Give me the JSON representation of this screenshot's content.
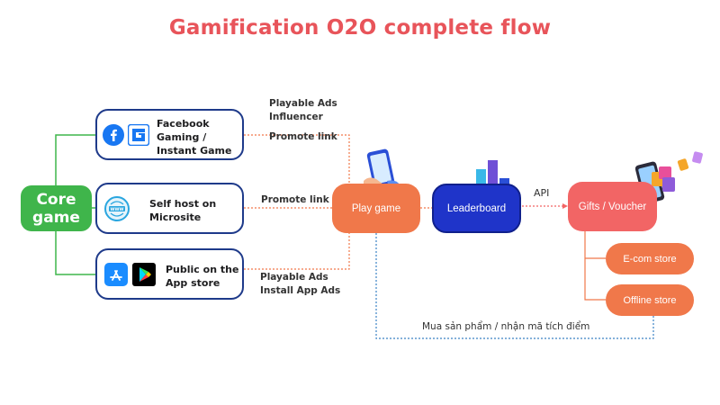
{
  "title": "Gamification O2O complete flow",
  "core": {
    "label": "Core game"
  },
  "sources": [
    {
      "label": "Facebook Gaming / Instant Game",
      "icons": [
        "facebook-icon",
        "facebook-gaming-icon"
      ]
    },
    {
      "label": "Self host on Microsite",
      "icons": [
        "web-globe-icon"
      ]
    },
    {
      "label": "Public on the App store",
      "icons": [
        "app-store-icon",
        "google-play-icon"
      ]
    }
  ],
  "edges": {
    "facebook": [
      "Playable Ads",
      "Influencer",
      "Promote link"
    ],
    "selfhost": "Promote link",
    "appstore": [
      "Playable Ads",
      "Install App Ads"
    ],
    "api": "API",
    "feedback": "Mua sản phẩm / nhận mã tích điểm"
  },
  "nodes": {
    "play_game": "Play game",
    "leaderboard": "Leaderboard",
    "gifts": "Gifts / Voucher",
    "ecom": "E-com store",
    "offline": "Offline store"
  },
  "colors": {
    "title": "#e8545a",
    "core": "#3fb54b",
    "source_border": "#1e3a8a",
    "play": "#f0784a",
    "leaderboard": "#1f34c9",
    "gifts": "#f26565",
    "wire_orange": "#f0784a",
    "wire_blue": "#3b82c4"
  }
}
